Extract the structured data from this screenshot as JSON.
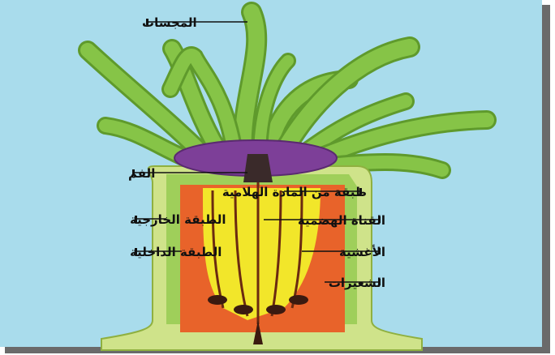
{
  "labels": {
    "tentacles": "المجسات",
    "mouth": "الفم",
    "mesoglea": "طبقة من المادة الهلامية",
    "digestive_cavity": "القناة الهضمية",
    "outer_layer": "الطبقة الخارجية",
    "mesenteries": "الأغشية",
    "inner_layer": "الطبقة الداخلية",
    "filaments": "الشعيرات"
  },
  "colors": {
    "background": "#a9dcec",
    "tentacle": "#7fbd3f",
    "oral_disc": "#7d3f98",
    "outer_wall": "#cfe38a",
    "inner_tissue": "#e8632a",
    "digestive": "#f2e62a",
    "frame_shadow": "#555555"
  }
}
